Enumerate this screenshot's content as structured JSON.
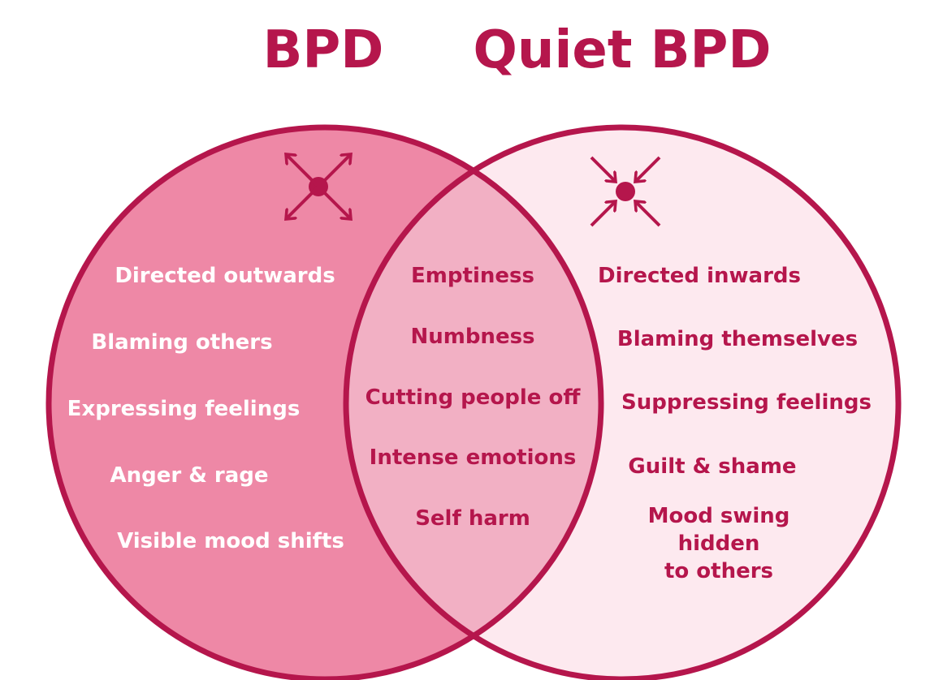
{
  "colors": {
    "outline": "#b5164c",
    "left_fill": "#ee88a6",
    "overlap_fill": "#f2b0c4",
    "right_fill": "#fde9ef",
    "left_text": "#ffffff",
    "dark_text": "#b5164c"
  },
  "titles": {
    "left": "BPD",
    "right": "Quiet BPD"
  },
  "icons": {
    "left": "arrows-outward-icon",
    "right": "arrows-inward-icon"
  },
  "sets": {
    "left": {
      "name": "BPD",
      "items": [
        "Directed outwards",
        "Blaming others",
        "Expressing feelings",
        "Anger & rage",
        "Visible mood shifts"
      ]
    },
    "overlap": {
      "items": [
        "Emptiness",
        "Numbness",
        "Cutting people off",
        "Intense emotions",
        "Self harm"
      ]
    },
    "right": {
      "name": "Quiet BPD",
      "items": [
        "Directed inwards",
        "Blaming themselves",
        "Suppressing feelings",
        "Guilt & shame",
        "Mood swing hidden\nto others"
      ]
    }
  }
}
